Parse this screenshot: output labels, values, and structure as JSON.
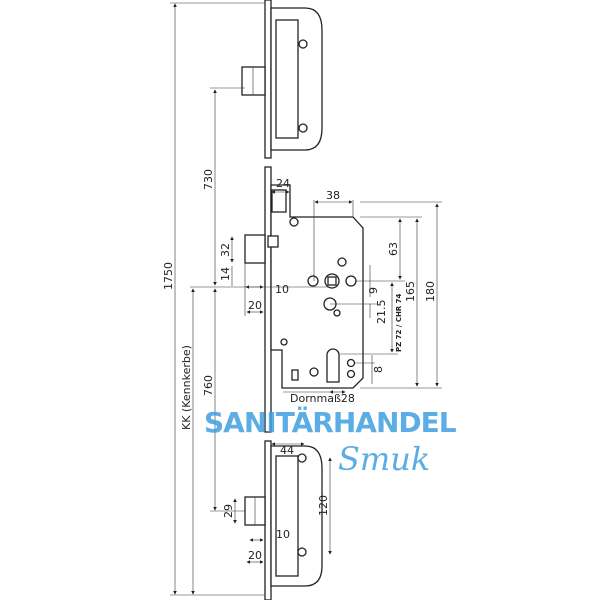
{
  "drawing": {
    "dimensions": {
      "total_height": "1750",
      "kk_label": "KK (Kennkerbe)",
      "top_to_center": "730",
      "center_to_bottom": "760",
      "top_width": "24",
      "backset_span": "38",
      "body_180": "180",
      "body_165": "165",
      "to_spindle_63": "63",
      "pz_chr": "PZ 72 / CHR 74",
      "bolt_32": "32",
      "bolt_14": "14",
      "offset_10": "10",
      "offset_20": "20",
      "spindle_9": "9",
      "spindle_21_5": "21.5",
      "cyl_8": "8",
      "dornmass": "Dornmaß28",
      "keeper_44": "44",
      "keeper_120": "120",
      "bolt_29": "29",
      "bottom_10": "10",
      "bottom_20": "20"
    },
    "watermark": {
      "line1": "SANITÄRHANDEL",
      "line2": "Smuk",
      "color": "#3f9fe0"
    }
  }
}
